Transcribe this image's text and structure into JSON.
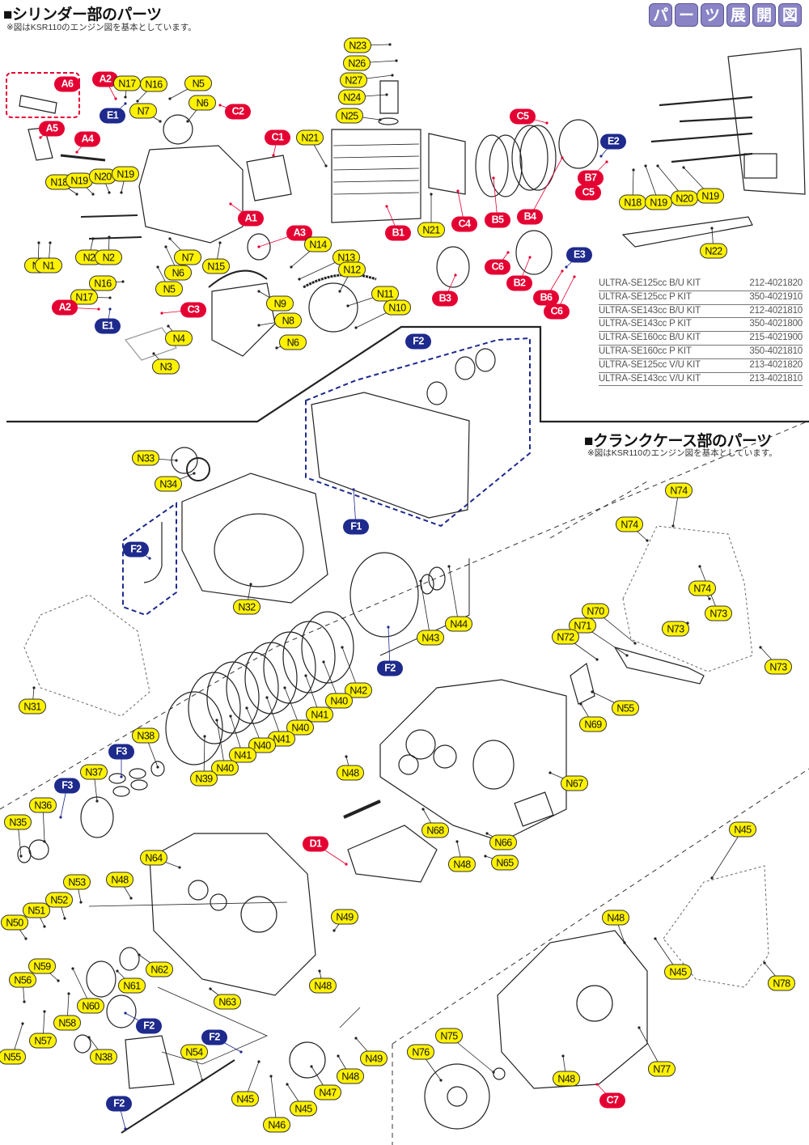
{
  "header": {
    "cylinder_section_title": "■シリンダー部のパーツ",
    "cylinder_section_note": "※図はKSR110のエンジン図を基本としています。",
    "badge_chars": [
      "パ",
      "ー",
      "ツ",
      "展",
      "開",
      "図"
    ],
    "crankcase_section_title": "■クランクケース部のパーツ",
    "crankcase_section_note": "※図はKSR110のエンジン図を基本としています。"
  },
  "colors": {
    "n_label_fill": "#fff200",
    "red_label_fill": "#e40032",
    "blue_label_fill": "#1e2a8c",
    "badge_fill": "#8a84c6",
    "leader_red": "#e40032",
    "leader_blue": "#1e2a8c",
    "dashed_group_blue": "#1e2a8c",
    "dashed_group_red": "#e40032"
  },
  "kit_table": [
    {
      "name": "ULTRA-SE125cc B/U KIT",
      "code": "212-4021820"
    },
    {
      "name": "ULTRA-SE125cc P KIT",
      "code": "350-4021910"
    },
    {
      "name": "ULTRA-SE143cc B/U KIT",
      "code": "212-4021810"
    },
    {
      "name": "ULTRA-SE143cc P KIT",
      "code": "350-4021800"
    },
    {
      "name": "ULTRA-SE160cc B/U KIT",
      "code": "215-4021900"
    },
    {
      "name": "ULTRA-SE160cc P KIT",
      "code": "350-4021810"
    },
    {
      "name": "ULTRA-SE125cc V/U KIT",
      "code": "213-4021820"
    },
    {
      "name": "ULTRA-SE143cc V/U KIT",
      "code": "213-4021810"
    }
  ],
  "labels": [
    {
      "t": "A6",
      "c": "R"
    },
    {
      "t": "A2",
      "c": "R"
    },
    {
      "t": "N17",
      "c": "N"
    },
    {
      "t": "N16",
      "c": "N"
    },
    {
      "t": "N5",
      "c": "N"
    },
    {
      "t": "E1",
      "c": "B"
    },
    {
      "t": "N6",
      "c": "N"
    },
    {
      "t": "A5",
      "c": "R"
    },
    {
      "t": "A4",
      "c": "R"
    },
    {
      "t": "N7",
      "c": "N"
    },
    {
      "t": "C2",
      "c": "R"
    },
    {
      "t": "C1",
      "c": "R"
    },
    {
      "t": "N18",
      "c": "N"
    },
    {
      "t": "N19",
      "c": "N"
    },
    {
      "t": "N20",
      "c": "N"
    },
    {
      "t": "N19",
      "c": "N"
    },
    {
      "t": "A1",
      "c": "R"
    },
    {
      "t": "A3",
      "c": "R"
    },
    {
      "t": "N1",
      "c": "N"
    },
    {
      "t": "N1",
      "c": "N"
    },
    {
      "t": "N2",
      "c": "N"
    },
    {
      "t": "N2",
      "c": "N"
    },
    {
      "t": "N7",
      "c": "N"
    },
    {
      "t": "N6",
      "c": "N"
    },
    {
      "t": "N15",
      "c": "N"
    },
    {
      "t": "N5",
      "c": "N"
    },
    {
      "t": "N16",
      "c": "N"
    },
    {
      "t": "N17",
      "c": "N"
    },
    {
      "t": "A2",
      "c": "R"
    },
    {
      "t": "E1",
      "c": "B"
    },
    {
      "t": "C3",
      "c": "R"
    },
    {
      "t": "N4",
      "c": "N"
    },
    {
      "t": "N3",
      "c": "N"
    },
    {
      "t": "N14",
      "c": "N"
    },
    {
      "t": "N13",
      "c": "N"
    },
    {
      "t": "N12",
      "c": "N"
    },
    {
      "t": "N9",
      "c": "N"
    },
    {
      "t": "N8",
      "c": "N"
    },
    {
      "t": "N11",
      "c": "N"
    },
    {
      "t": "N10",
      "c": "N"
    },
    {
      "t": "N6",
      "c": "N"
    },
    {
      "t": "N23",
      "c": "N"
    },
    {
      "t": "N26",
      "c": "N"
    },
    {
      "t": "N27",
      "c": "N"
    },
    {
      "t": "N24",
      "c": "N"
    },
    {
      "t": "N25",
      "c": "N"
    },
    {
      "t": "N21",
      "c": "N"
    },
    {
      "t": "B1",
      "c": "R"
    },
    {
      "t": "N21",
      "c": "N"
    },
    {
      "t": "C4",
      "c": "R"
    },
    {
      "t": "B5",
      "c": "R"
    },
    {
      "t": "C5",
      "c": "R"
    },
    {
      "t": "E2",
      "c": "B"
    },
    {
      "t": "B7",
      "c": "R"
    },
    {
      "t": "C5",
      "c": "R"
    },
    {
      "t": "B4",
      "c": "R"
    },
    {
      "t": "N18",
      "c": "N"
    },
    {
      "t": "N19",
      "c": "N"
    },
    {
      "t": "N20",
      "c": "N"
    },
    {
      "t": "N19",
      "c": "N"
    },
    {
      "t": "N22",
      "c": "N"
    },
    {
      "t": "C6",
      "c": "R"
    },
    {
      "t": "B2",
      "c": "R"
    },
    {
      "t": "E3",
      "c": "B"
    },
    {
      "t": "B3",
      "c": "R"
    },
    {
      "t": "B6",
      "c": "R"
    },
    {
      "t": "C6",
      "c": "R"
    },
    {
      "t": "F2",
      "c": "B"
    },
    {
      "t": "F1",
      "c": "B"
    },
    {
      "t": "N33",
      "c": "N"
    },
    {
      "t": "N34",
      "c": "N"
    },
    {
      "t": "F2",
      "c": "B"
    },
    {
      "t": "N32",
      "c": "N"
    },
    {
      "t": "N44",
      "c": "N"
    },
    {
      "t": "N43",
      "c": "N"
    },
    {
      "t": "F2",
      "c": "B"
    },
    {
      "t": "N42",
      "c": "N"
    },
    {
      "t": "N40",
      "c": "N"
    },
    {
      "t": "N41",
      "c": "N"
    },
    {
      "t": "N40",
      "c": "N"
    },
    {
      "t": "N41",
      "c": "N"
    },
    {
      "t": "N40",
      "c": "N"
    },
    {
      "t": "N41",
      "c": "N"
    },
    {
      "t": "N40",
      "c": "N"
    },
    {
      "t": "N39",
      "c": "N"
    },
    {
      "t": "N38",
      "c": "N"
    },
    {
      "t": "F3",
      "c": "B"
    },
    {
      "t": "N37",
      "c": "N"
    },
    {
      "t": "F3",
      "c": "B"
    },
    {
      "t": "N36",
      "c": "N"
    },
    {
      "t": "N35",
      "c": "N"
    },
    {
      "t": "N31",
      "c": "N"
    },
    {
      "t": "N74",
      "c": "N"
    },
    {
      "t": "N74",
      "c": "N"
    },
    {
      "t": "N73",
      "c": "N"
    },
    {
      "t": "N74",
      "c": "N"
    },
    {
      "t": "N73",
      "c": "N"
    },
    {
      "t": "N73",
      "c": "N"
    },
    {
      "t": "N70",
      "c": "N"
    },
    {
      "t": "N71",
      "c": "N"
    },
    {
      "t": "N72",
      "c": "N"
    },
    {
      "t": "N55",
      "c": "N"
    },
    {
      "t": "N69",
      "c": "N"
    },
    {
      "t": "N48",
      "c": "N"
    },
    {
      "t": "N67",
      "c": "N"
    },
    {
      "t": "N68",
      "c": "N"
    },
    {
      "t": "N66",
      "c": "N"
    },
    {
      "t": "N48",
      "c": "N"
    },
    {
      "t": "N65",
      "c": "N"
    },
    {
      "t": "D1",
      "c": "R"
    },
    {
      "t": "N64",
      "c": "N"
    },
    {
      "t": "N48",
      "c": "N"
    },
    {
      "t": "N53",
      "c": "N"
    },
    {
      "t": "N52",
      "c": "N"
    },
    {
      "t": "N51",
      "c": "N"
    },
    {
      "t": "N50",
      "c": "N"
    },
    {
      "t": "N49",
      "c": "N"
    },
    {
      "t": "N62",
      "c": "N"
    },
    {
      "t": "N59",
      "c": "N"
    },
    {
      "t": "N56",
      "c": "N"
    },
    {
      "t": "N61",
      "c": "N"
    },
    {
      "t": "N60",
      "c": "N"
    },
    {
      "t": "N48",
      "c": "N"
    },
    {
      "t": "N58",
      "c": "N"
    },
    {
      "t": "N57",
      "c": "N"
    },
    {
      "t": "N63",
      "c": "N"
    },
    {
      "t": "N55",
      "c": "N"
    },
    {
      "t": "N38",
      "c": "N"
    },
    {
      "t": "F2",
      "c": "B"
    },
    {
      "t": "F2",
      "c": "B"
    },
    {
      "t": "N54",
      "c": "N"
    },
    {
      "t": "N49",
      "c": "N"
    },
    {
      "t": "N48",
      "c": "N"
    },
    {
      "t": "N47",
      "c": "N"
    },
    {
      "t": "N45",
      "c": "N"
    },
    {
      "t": "N45",
      "c": "N"
    },
    {
      "t": "N46",
      "c": "N"
    },
    {
      "t": "F2",
      "c": "B"
    },
    {
      "t": "N45",
      "c": "N"
    },
    {
      "t": "N48",
      "c": "N"
    },
    {
      "t": "N45",
      "c": "N"
    },
    {
      "t": "N78",
      "c": "N"
    },
    {
      "t": "N77",
      "c": "N"
    },
    {
      "t": "N75",
      "c": "N"
    },
    {
      "t": "N76",
      "c": "N"
    },
    {
      "t": "N48",
      "c": "N"
    },
    {
      "t": "C7",
      "c": "R"
    }
  ]
}
